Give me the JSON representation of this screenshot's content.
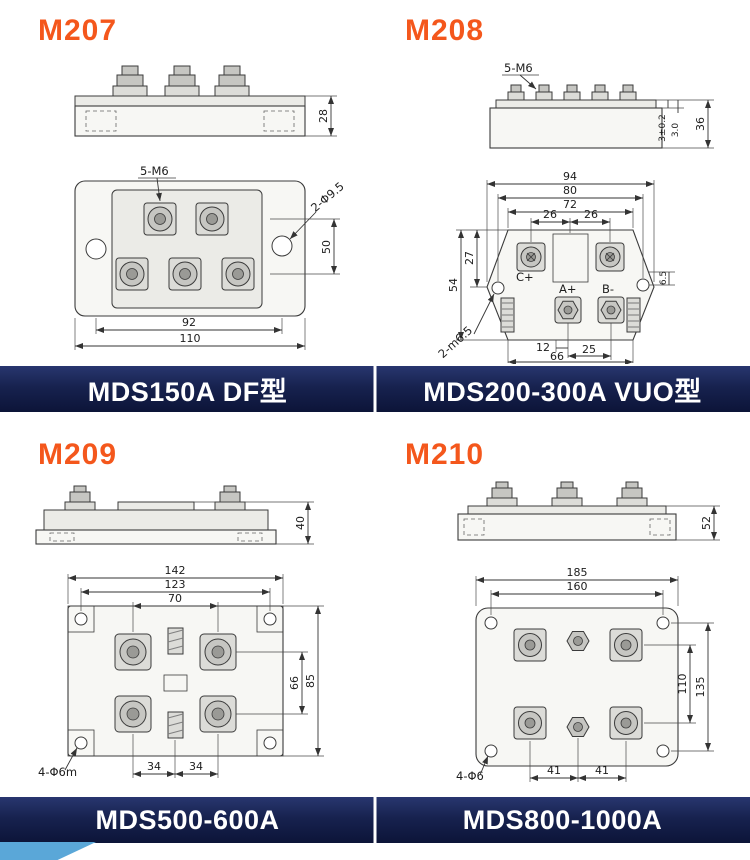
{
  "titles": {
    "m207": "M207",
    "m208": "M208",
    "m209": "M209",
    "m210": "M210"
  },
  "banners": {
    "top_left": "MDS150A DF型",
    "top_right": "MDS200-300A VUO型",
    "bottom_left": "MDS500-600A",
    "bottom_right": "MDS800-1000A"
  },
  "colors": {
    "title_orange": "#f4571c",
    "banner_navy": "#17224f",
    "accent_blue": "#5aa7d8",
    "line_dark": "#3b3b3b"
  },
  "m207": {
    "dim_28": "28",
    "screw_label": "5-M6",
    "hole_label": "2-Φ9.5",
    "dim_50": "50",
    "dim_92": "92",
    "dim_110": "110"
  },
  "m208": {
    "screw_label": "5-M6",
    "dim_3tol": "3±0.2",
    "dim_3": "3.0",
    "dim_36": "36",
    "dim_94": "94",
    "dim_80": "80",
    "dim_72": "72",
    "dim_26_left": "26",
    "dim_26_right": "26",
    "dim_54": "54",
    "dim_27": "27",
    "dim_6_5": "6.5",
    "dim_12": "12",
    "dim_25": "25",
    "dim_66": "66",
    "hole_label": "2-m6.5",
    "term_c": "C+",
    "term_a": "A+",
    "term_b": "B-"
  },
  "m209": {
    "dim_40": "40",
    "dim_142": "142",
    "dim_123": "123",
    "dim_70": "70",
    "dim_66": "66",
    "dim_85": "85",
    "dim_34_left": "34",
    "dim_34_right": "34",
    "hole_label": "4-Φ6m"
  },
  "m210": {
    "dim_52": "52",
    "dim_185": "185",
    "dim_160": "160",
    "dim_110": "110",
    "dim_135": "135",
    "dim_41_left": "41",
    "dim_41_right": "41",
    "hole_label": "4-Φ6"
  }
}
